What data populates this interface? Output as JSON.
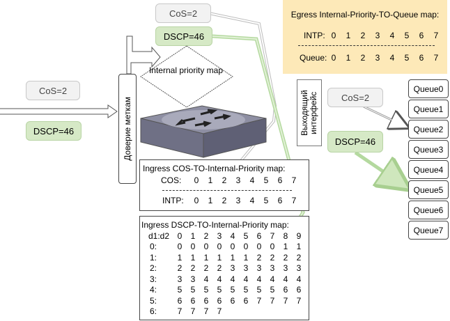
{
  "left_input": {
    "cos": "CoS=2",
    "dscp": "DSCP=46"
  },
  "top_input": {
    "cos": "CoS=2",
    "dscp": "DSCP=46"
  },
  "trust_label": "Доверие меткам",
  "internal_priority_map": "Internal priority map",
  "egress_interface_label": "Выходящий интерфейс",
  "egress_output": {
    "cos": "CoS=2",
    "dscp": "DSCP=46"
  },
  "egress_map": {
    "title": "Egress Internal-Priority-TO-Queue map:",
    "intp_label": "INTP:",
    "intp_values": [
      "0",
      "1",
      "2",
      "3",
      "4",
      "5",
      "6",
      "7"
    ],
    "queue_label": "Queue:",
    "queue_values": [
      "0",
      "1",
      "2",
      "3",
      "4",
      "5",
      "6",
      "7"
    ]
  },
  "cos_map": {
    "title": "Ingress COS-TO-Internal-Priority map:",
    "cos_label": "COS:",
    "cos_values": [
      "0",
      "1",
      "2",
      "3",
      "4",
      "5",
      "6",
      "7"
    ],
    "intp_label": "INTP:",
    "intp_values": [
      "0",
      "1",
      "2",
      "3",
      "4",
      "5",
      "6",
      "7"
    ]
  },
  "dscp_map": {
    "title": "Ingress DSCP-TO-Internal-Priority map:",
    "corner": "d1:d2",
    "columns": [
      "0",
      "1",
      "2",
      "3",
      "4",
      "5",
      "6",
      "7",
      "8",
      "9"
    ],
    "rows": [
      {
        "label": "0:",
        "values": [
          "0",
          "0",
          "0",
          "0",
          "0",
          "0",
          "0",
          "0",
          "1",
          "1"
        ]
      },
      {
        "label": "1:",
        "values": [
          "1",
          "1",
          "1",
          "1",
          "1",
          "1",
          "2",
          "2",
          "2",
          "2"
        ]
      },
      {
        "label": "2:",
        "values": [
          "2",
          "2",
          "2",
          "2",
          "3",
          "3",
          "3",
          "3",
          "3",
          "3"
        ]
      },
      {
        "label": "3:",
        "values": [
          "3",
          "3",
          "4",
          "4",
          "4",
          "4",
          "4",
          "4",
          "4",
          "4"
        ]
      },
      {
        "label": "4:",
        "values": [
          "5",
          "5",
          "5",
          "5",
          "5",
          "5",
          "5",
          "5",
          "6",
          "6"
        ]
      },
      {
        "label": "5:",
        "values": [
          "6",
          "6",
          "6",
          "6",
          "6",
          "6",
          "7",
          "7",
          "7",
          "7"
        ]
      },
      {
        "label": "6:",
        "values": [
          "7",
          "7",
          "7",
          "7"
        ]
      }
    ]
  },
  "queues": [
    "Queue0",
    "Queue1",
    "Queue2",
    "Queue3",
    "Queue4",
    "Queue5",
    "Queue6",
    "Queue7"
  ]
}
